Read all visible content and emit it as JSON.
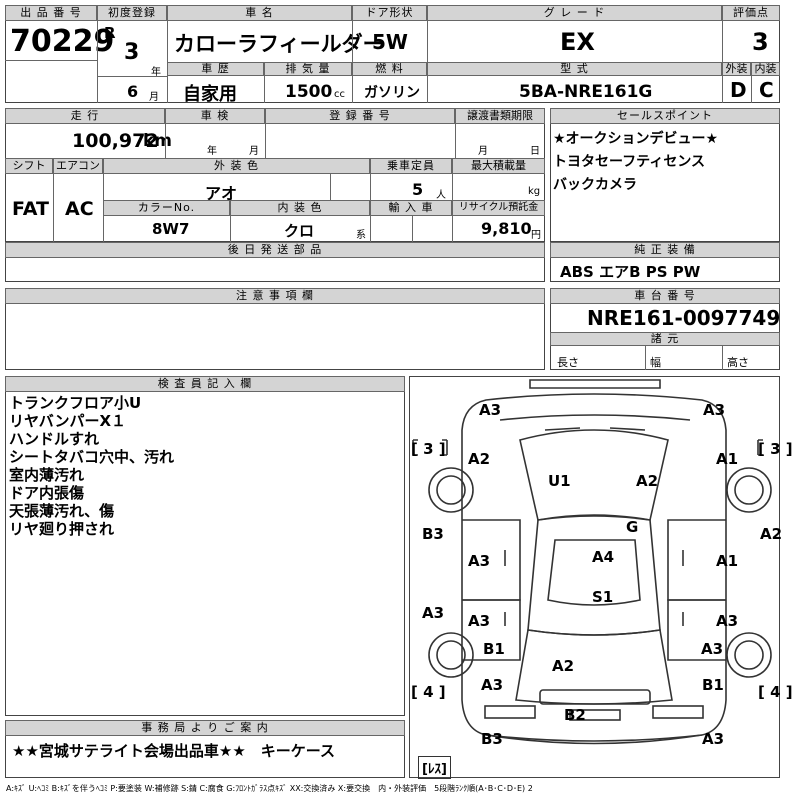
{
  "headers": {
    "lot_no": "出 品 番 号",
    "first_reg": "初度登録",
    "car_name": "車  名",
    "door": "ドア形状",
    "grade": "グ レ ー ド",
    "score": "評価点",
    "history": "車 歴",
    "displacement": "排 気 量",
    "fuel": "燃 料",
    "model": "型 式",
    "exterior": "外装",
    "interior": "内装",
    "mileage": "走 行",
    "inspection": "車 検",
    "reg_no": "登 録 番 号",
    "transfer_doc": "譲渡書類期限",
    "sales_points": "セールスポイント",
    "shift": "シフト",
    "aircon": "エアコン",
    "ext_color": "外 装 色",
    "capacity": "乗車定員",
    "max_load": "最大積載量",
    "color_no": "カラーNo.",
    "int_color": "内 装 色",
    "import": "輸 入 車",
    "recycle": "リサイクル預託金",
    "later_parts": "後 日 発 送 部 品",
    "genuine_equip": "純 正 装 備",
    "notes": "注 意 事 項 欄",
    "chassis_no": "車 台 番 号",
    "dimensions": "諸 元",
    "inspector": "検 査 員 記 入 欄",
    "office": "事 務 局 よ り ご 案 内"
  },
  "vehicle": {
    "lot_no": "70229",
    "era": "R",
    "year": "3",
    "year_unit": "年",
    "month": "6",
    "month_unit": "月",
    "car_name": "カローラフィールダー",
    "door": "5W",
    "grade": "EX",
    "score": "3",
    "history": "自家用",
    "displacement": "1500",
    "displacement_unit": "cc",
    "fuel": "ガソリン",
    "model": "5BA-NRE161G",
    "exterior": "D",
    "interior": "C",
    "mileage": "100,972",
    "mileage_unit": "km",
    "insp_year": "年",
    "insp_month": "月",
    "transfer_month": "月",
    "transfer_day": "日",
    "shift": "FAT",
    "aircon": "AC",
    "ext_color": "アオ",
    "capacity": "5",
    "capacity_unit": "人",
    "max_load_unit": "kg",
    "color_no": "8W7",
    "int_color": "クロ",
    "int_color_unit": "系",
    "recycle": "9,810",
    "recycle_unit": "円",
    "genuine_equip": "ABS エアB PS PW",
    "chassis_no": "NRE161-0097749",
    "length_label": "長さ",
    "width_label": "幅",
    "height_label": "高さ"
  },
  "sales_points": [
    "★オークションデビュー★",
    "トヨタセーフティセンス",
    "バックカメラ"
  ],
  "inspector_notes": [
    "トランクフロア小U",
    "リヤバンパーX１",
    "ハンドルすれ",
    "シートタバコ穴中、汚れ",
    "室内薄汚れ",
    "ドア内張傷",
    "天張薄汚れ、傷",
    "リヤ廻り押され"
  ],
  "office_message": "★★宮城サテライト会場出品車★★　キーケース",
  "diagram": {
    "tires_front": "[ 3 ]",
    "tires_rear": "[ 4 ]",
    "spare": "[ﾚｽ]",
    "marks": {
      "front_left_corner": "A3",
      "front_right_corner": "A3",
      "front_left_fender": "A2",
      "front_right_fender": "A1",
      "windshield": "U1",
      "hood_right": "A2",
      "glass": "G",
      "roof": "A4",
      "cabin": "S1",
      "left_pillar": "B3",
      "right_pillar": "A2",
      "left_front_door": "A3",
      "right_front_door": "A1",
      "left_sill": "A3",
      "left_rear_door": "A3",
      "right_rear_door": "A3",
      "left_rear_wheel": "B1",
      "right_rear_wheel": "A3",
      "rear_glass": "A2",
      "left_quarter": "A3",
      "right_quarter": "B1",
      "rear_bumper": "B2",
      "rear_left_corner": "B3",
      "rear_right_corner": "A3"
    }
  },
  "legend": "A:ｷｽﾞ U:ﾍｺﾐ B:ｷｽﾞを伴うﾍｺﾐ P:要塗装 W:補修跡 S:錆 C:腐食 G:ﾌﾛﾝﾄｶﾞﾗｽ点ｷｽﾞ XX:交換済み X:要交換　内・外装評価　5段階ﾗﾝｸ順(A･B･C･D･E) 2"
}
